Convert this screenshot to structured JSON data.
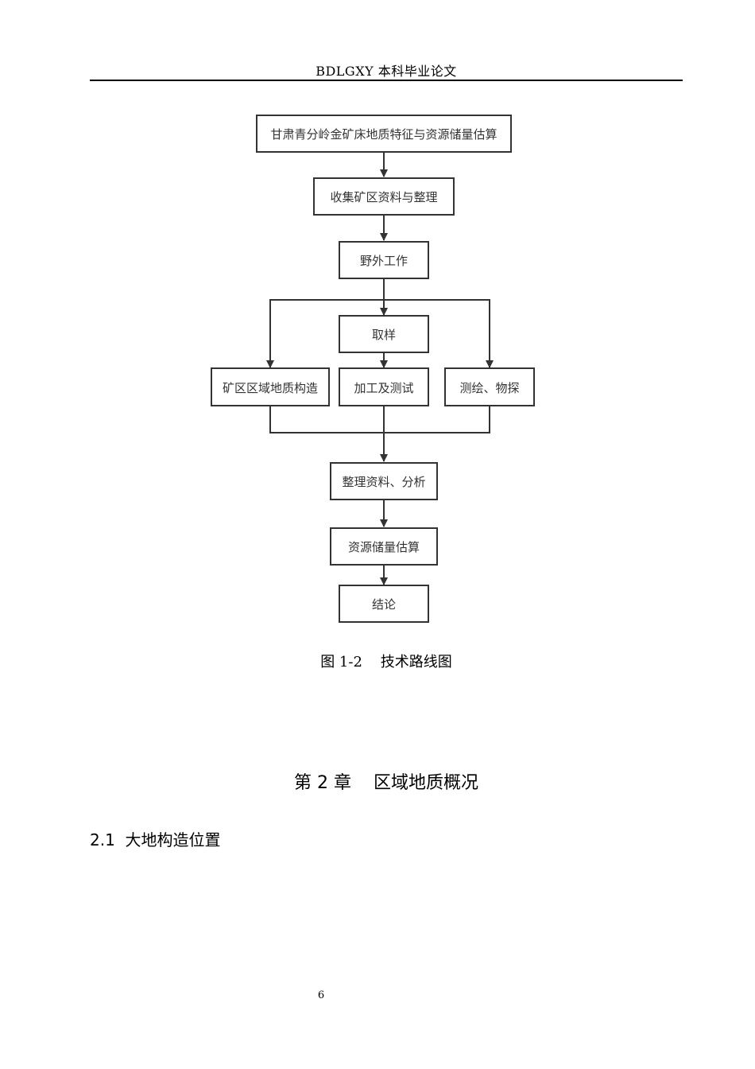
{
  "header": {
    "title": "BDLGXY 本科毕业论文"
  },
  "flowchart": {
    "nodes": [
      "甘肃青分岭金矿床地质特征与资源储量估算",
      "收集矿区资料与整理",
      "野外工作",
      "取样",
      "矿区区域地质构造",
      "加工及测试",
      "测绘、物探",
      "整理资料、分析",
      "资源储量估算",
      "结论"
    ]
  },
  "figure": {
    "caption": "图 1-2    技术路线图"
  },
  "chapter": {
    "heading": "第 2 章    区域地质概况"
  },
  "section": {
    "heading": "2.1  大地构造位置"
  },
  "footer": {
    "page_number": "6"
  }
}
